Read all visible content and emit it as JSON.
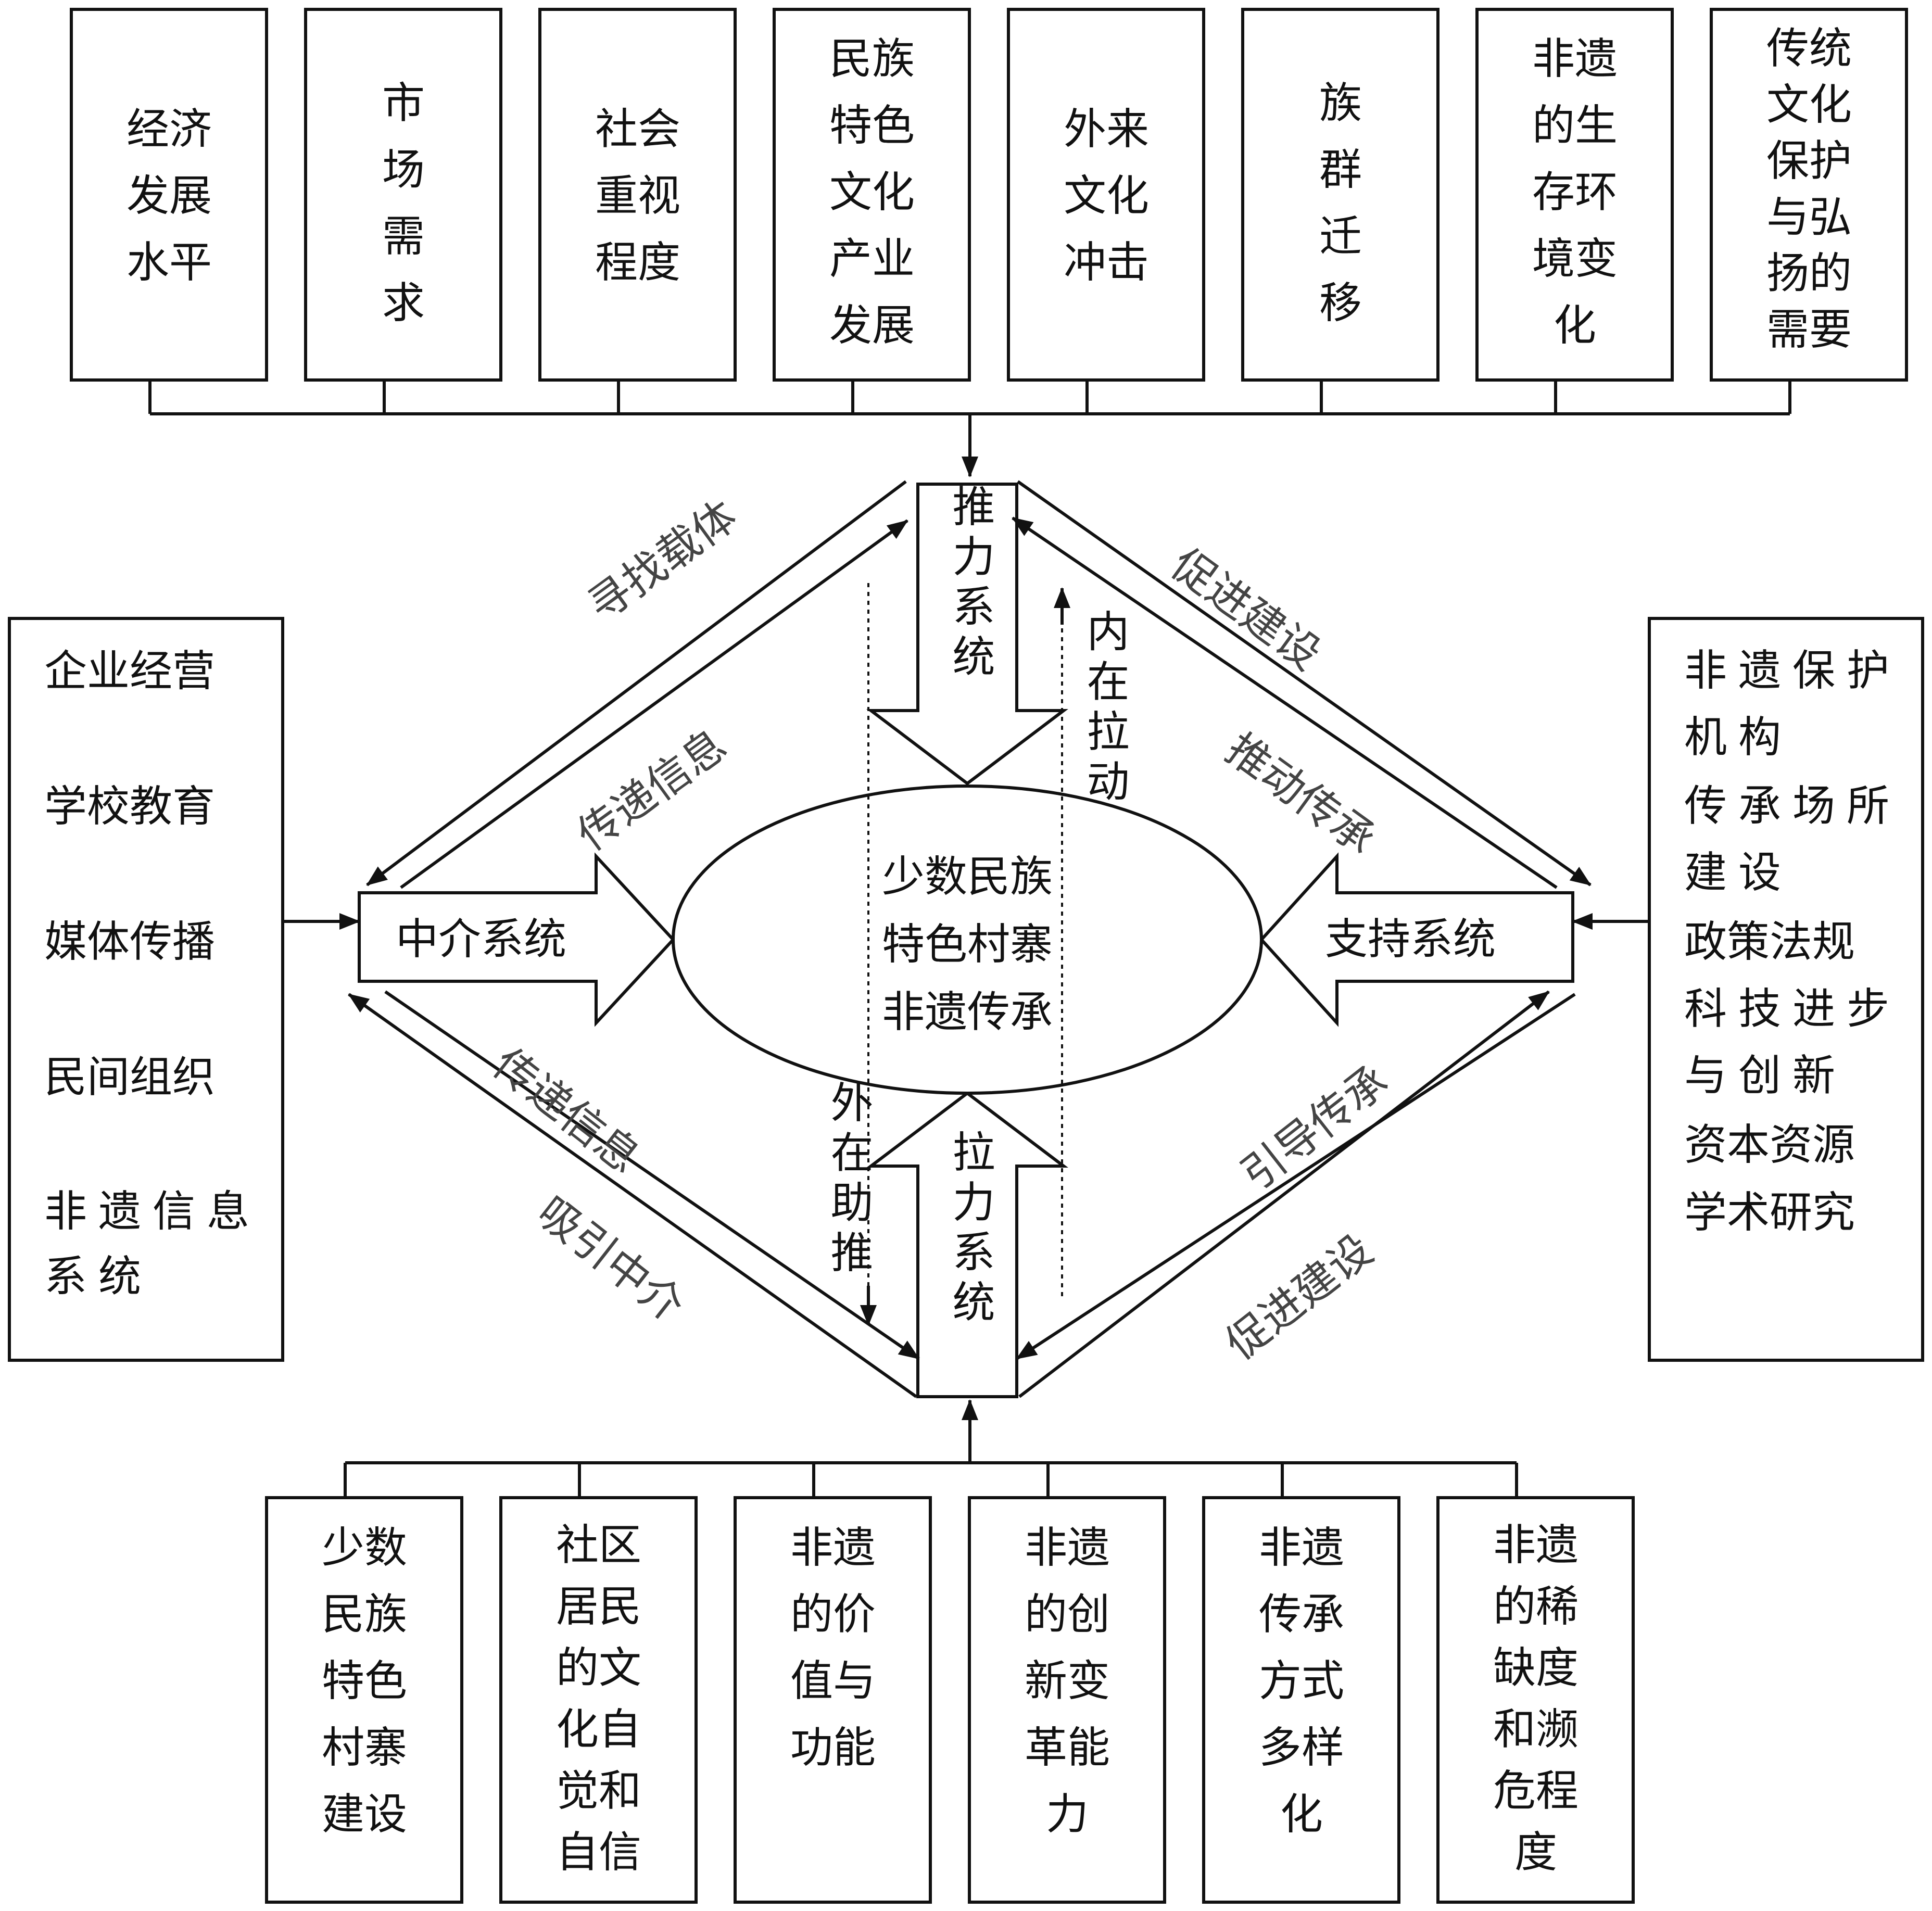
{
  "colors": {
    "stroke": "#111111",
    "text": "#111111",
    "diag_text": "#444444"
  },
  "top_factors": [
    {
      "label": "经济\n发展\n水平"
    },
    {
      "label": "市\n场\n需\n求"
    },
    {
      "label": "社会\n重视\n程度"
    },
    {
      "label": "民族\n特色\n文化\n产业\n发展"
    },
    {
      "label": "外来\n文化\n冲击"
    },
    {
      "label": "族\n群\n迁\n移"
    },
    {
      "label": "非遗\n的生\n存环\n境变\n化"
    },
    {
      "label": "传统\n文化\n保护\n与弘\n扬的\n需要"
    }
  ],
  "bottom_factors": [
    {
      "label": "少数\n民族\n特色\n村寨\n建设"
    },
    {
      "label": "社区\n居民\n的文\n化自\n觉和\n自信"
    },
    {
      "label": "非遗\n的价\n值与\n功能"
    },
    {
      "label": "非遗\n的创\n新变\n革能\n力"
    },
    {
      "label": "非遗\n传承\n方式\n多样\n化"
    },
    {
      "label": "非遗\n的稀\n缺度\n和濒\n危程\n度"
    }
  ],
  "left_box": {
    "items": [
      "企业经营",
      "学校教育",
      "媒体传播",
      "民间组织",
      "非遗信息\n系统"
    ]
  },
  "right_box": {
    "items": [
      "非遗保护\n机构",
      "传承场所\n建设",
      "政策法规",
      "科技进步\n与创新",
      "资本资源",
      "学术研究"
    ]
  },
  "systems": {
    "push": "推力系统",
    "pull": "拉力系统",
    "intermediary": "中介系统",
    "support": "支持系统"
  },
  "center": "少数民族\n特色村寨\n非遗传承",
  "internal_pull": "内在拉动",
  "external_push": "外在助推",
  "diagonal_labels": {
    "top_left_outer": "寻找载体",
    "top_left_inner": "传递信息",
    "top_right_outer": "促进建设",
    "top_right_inner": "推动传承",
    "bottom_left_inner": "传递信息",
    "bottom_left_outer": "吸引中介",
    "bottom_right_inner": "引导传承",
    "bottom_right_outer": "促进建设"
  }
}
